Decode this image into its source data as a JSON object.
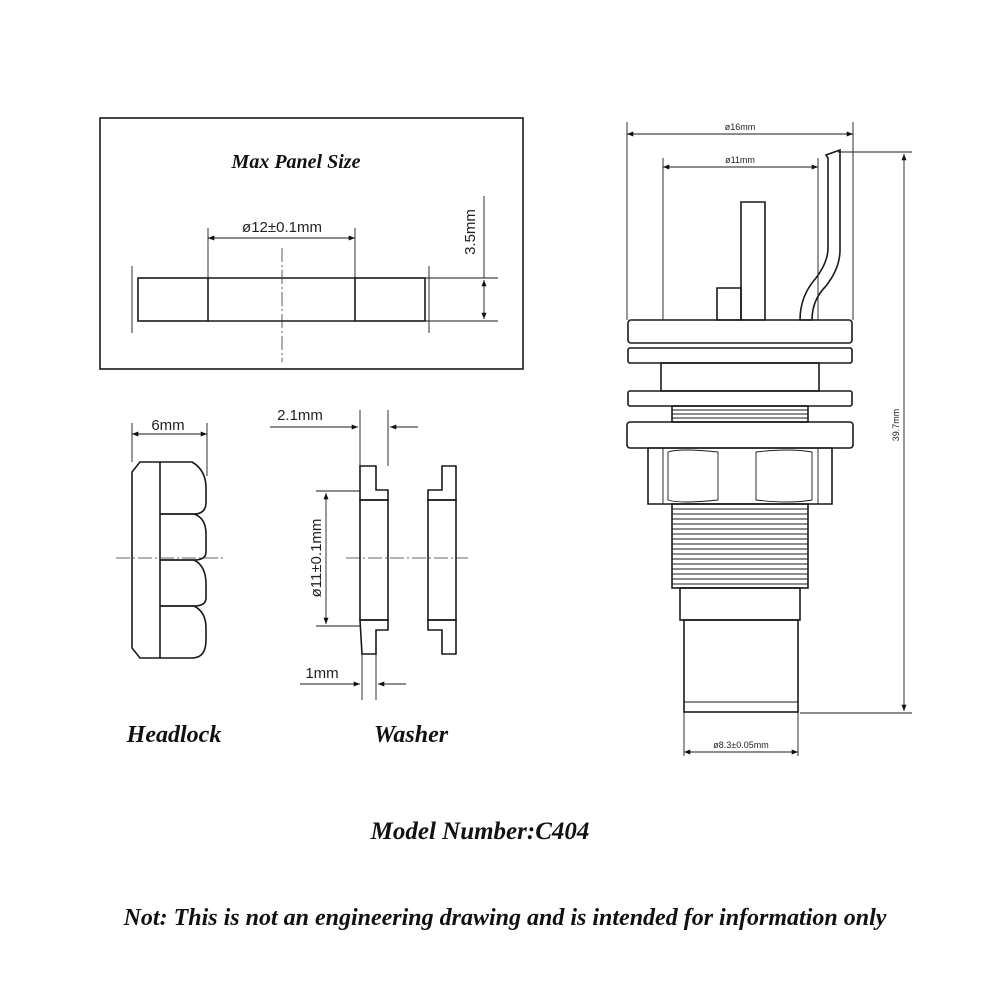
{
  "panel": {
    "title": "Max Panel Size",
    "hole_dim": "ø12±0.1mm",
    "thickness_dim": "3.5mm"
  },
  "headlock": {
    "label": "Headlock",
    "width_dim": "6mm"
  },
  "washer": {
    "label": "Washer",
    "thickness_dim": "2.1mm",
    "inner_dim": "ø11±0.1mm",
    "flange_dim": "1mm"
  },
  "connector": {
    "outer_dim": "ø16mm",
    "inner_dim": "ø11mm",
    "height_dim": "39.7mm",
    "tip_dim": "ø8.3±0.05mm"
  },
  "model_number": "Model Number:C404",
  "note": "Not: This is not an engineering drawing and is intended for information only"
}
